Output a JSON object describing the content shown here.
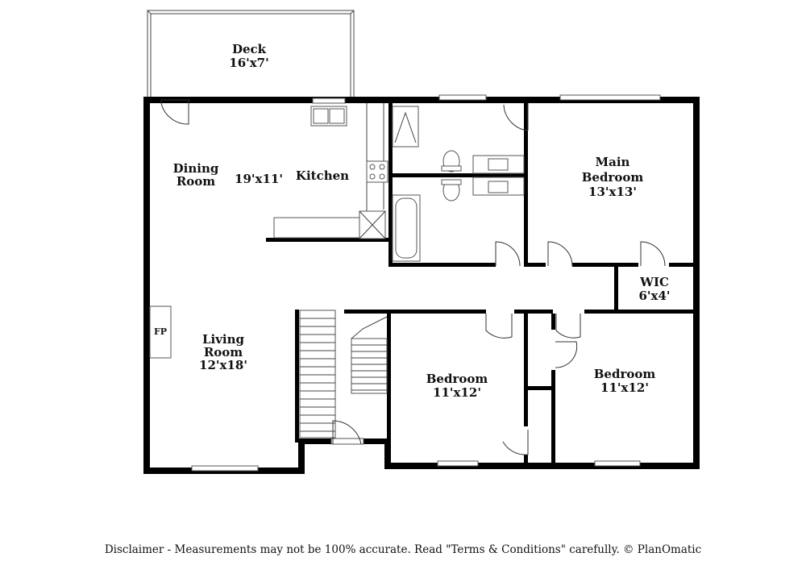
{
  "rooms": {
    "deck": {
      "name": "Deck",
      "size": "16'x7'"
    },
    "dining": {
      "line1": "Dining",
      "line2": "Room"
    },
    "kitchen_size": "19'x11'",
    "kitchen": {
      "name": "Kitchen"
    },
    "main_bedroom": {
      "line1": "Main",
      "line2": "Bedroom",
      "size": "13'x13'"
    },
    "wic": {
      "name": "WIC",
      "size": "6'x4'"
    },
    "living": {
      "line1": "Living",
      "line2": "Room",
      "size": "12'x18'"
    },
    "fireplace": {
      "label": "FP"
    },
    "bedroom_center": {
      "name": "Bedroom",
      "size": "11'x12'"
    },
    "bedroom_right": {
      "name": "Bedroom",
      "size": "11'x12'"
    }
  },
  "footer": {
    "disclaimer": "Disclaimer - Measurements may not be 100% accurate. Read \"Terms & Conditions\" carefully. © PlanOmatic"
  },
  "colors": {
    "wall": "#000000",
    "background": "#ffffff",
    "fixture_stroke": "#555555"
  }
}
